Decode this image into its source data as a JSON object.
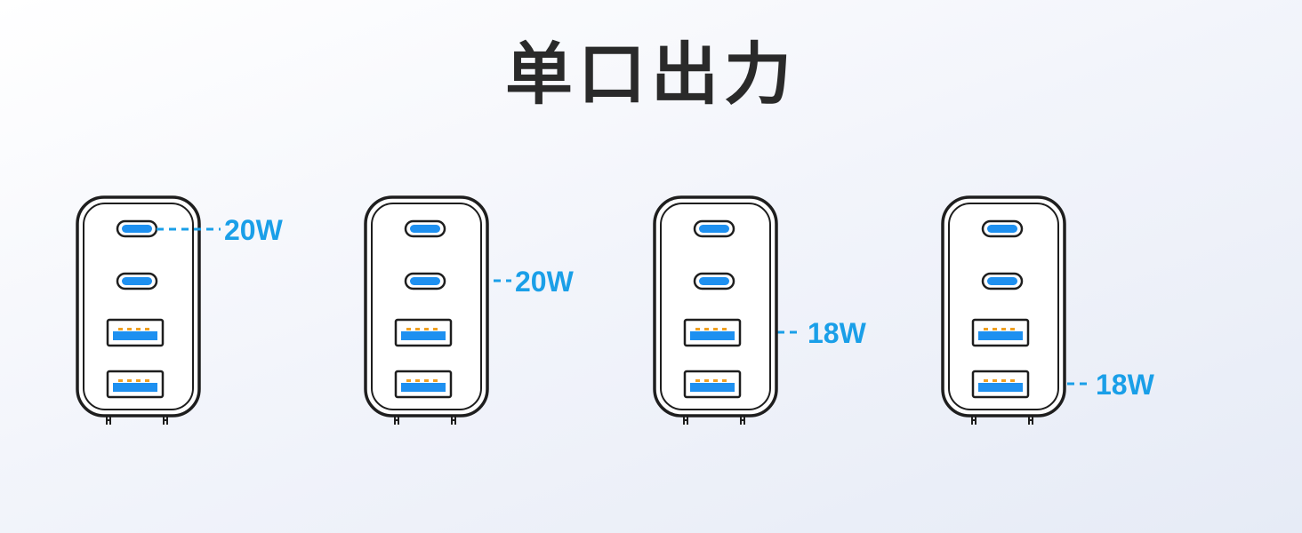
{
  "title": "单口出力",
  "accent_color": "#1a9fe8",
  "chargers": [
    {
      "highlighted_port": "usb-c-1",
      "output": "20W"
    },
    {
      "highlighted_port": "usb-c-2",
      "output": "20W"
    },
    {
      "highlighted_port": "usb-a-1",
      "output": "18W"
    },
    {
      "highlighted_port": "usb-a-2",
      "output": "18W"
    }
  ]
}
